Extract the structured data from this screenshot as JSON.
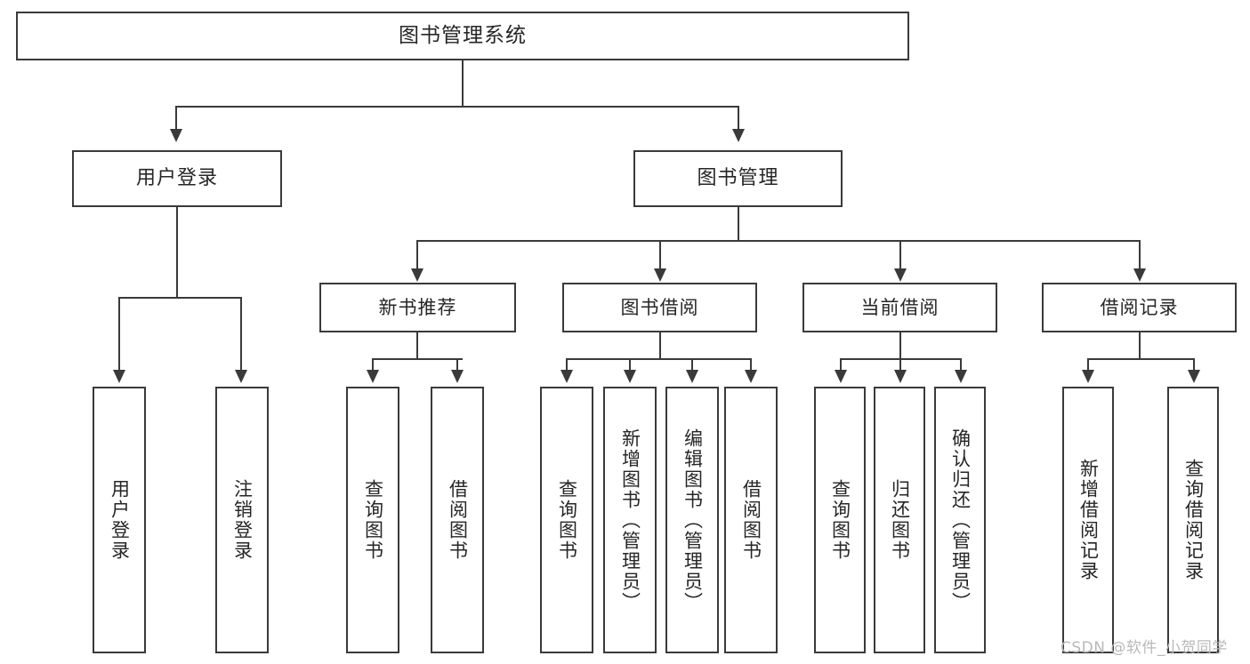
{
  "diagram": {
    "title": "图书管理系统",
    "root": {
      "label": "图书管理系统"
    },
    "level2": [
      {
        "label": "用户登录"
      },
      {
        "label": "图书管理"
      }
    ],
    "level3": [
      {
        "label": "新书推荐"
      },
      {
        "label": "图书借阅"
      },
      {
        "label": "当前借阅"
      },
      {
        "label": "借阅记录"
      }
    ],
    "leaves": {
      "user_login": [
        {
          "label": "用户登录"
        },
        {
          "label": "注销登录"
        }
      ],
      "new_book": [
        {
          "label": "查询图书"
        },
        {
          "label": "借阅图书"
        }
      ],
      "book_borrow": [
        {
          "label": "查询图书"
        },
        {
          "label": "新增图书（管理员）"
        },
        {
          "label": "编辑图书（管理员）"
        },
        {
          "label": "借阅图书"
        }
      ],
      "current_borrow": [
        {
          "label": "查询图书"
        },
        {
          "label": "归还图书"
        },
        {
          "label": "确认归还（管理员）"
        }
      ],
      "borrow_record": [
        {
          "label": "新增借阅记录"
        },
        {
          "label": "查询借阅记录"
        }
      ]
    },
    "watermark": "CSDN @软件_小贺同学",
    "colors": {
      "stroke": "#3a3a3a",
      "text": "#262626",
      "background": "#ffffff",
      "watermark": "#b9b9b9"
    }
  }
}
